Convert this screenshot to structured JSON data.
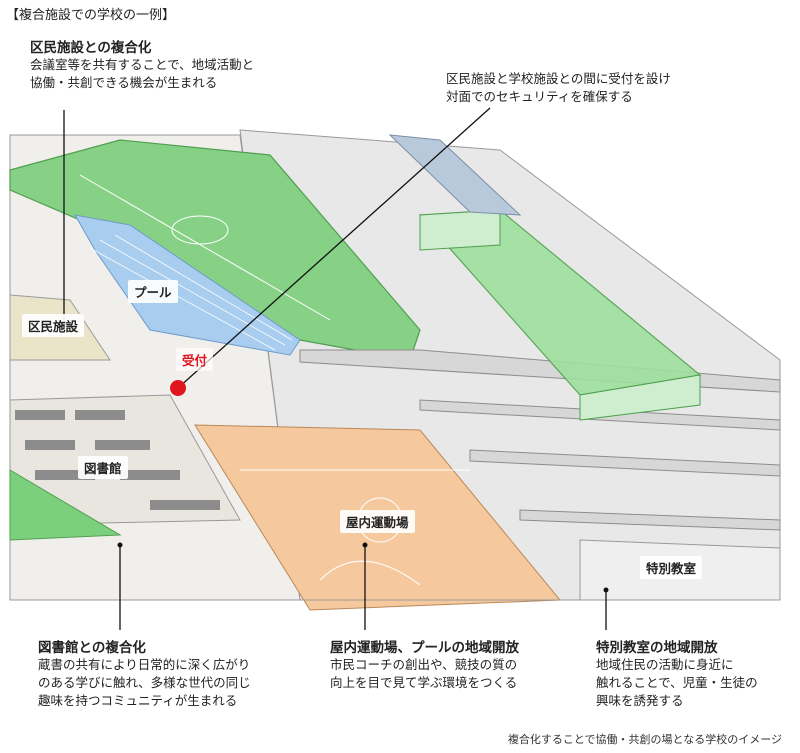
{
  "header": {
    "title": "【複合施設での学校の一例】"
  },
  "annotations": {
    "ward_facility": {
      "title": "区民施設との複合化",
      "lines": [
        "会議室等を共有することで、地域活動と",
        "協働・共創できる機会が生まれる"
      ]
    },
    "reception": {
      "lines": [
        "区民施設と学校施設との間に受付を設け",
        "対面でのセキュリティを確保する"
      ]
    },
    "library": {
      "title": "図書館との複合化",
      "lines": [
        "蔵書の共有により日常的に深く広がり",
        "のある学びに触れ、多様な世代の同じ",
        "趣味を持つコミュニティが生まれる"
      ]
    },
    "gym_pool": {
      "title": "屋内運動場、プールの地域開放",
      "lines": [
        "市民コーチの創出や、競技の質の",
        "向上を目で見て学ぶ環境をつくる"
      ]
    },
    "special_room": {
      "title": "特別教室の地域開放",
      "lines": [
        "地域住民の活動に身近に",
        "触れることで、児童・生徒の",
        "興味を誘発する"
      ]
    }
  },
  "labels": {
    "pool": "プール",
    "ward": "区民施設",
    "reception": "受付",
    "library": "図書館",
    "gym": "屋内運動場",
    "special": "特別教室"
  },
  "footer": {
    "caption": "複合化することで協働・共創の場となる学校のイメージ"
  },
  "colors": {
    "field_green": "#7ccf7c",
    "pool_blue": "#9cc3ea",
    "gym_floor": "#f4c89c",
    "reception_red": "#e0161f",
    "building_gray": "#dcdcdc"
  }
}
